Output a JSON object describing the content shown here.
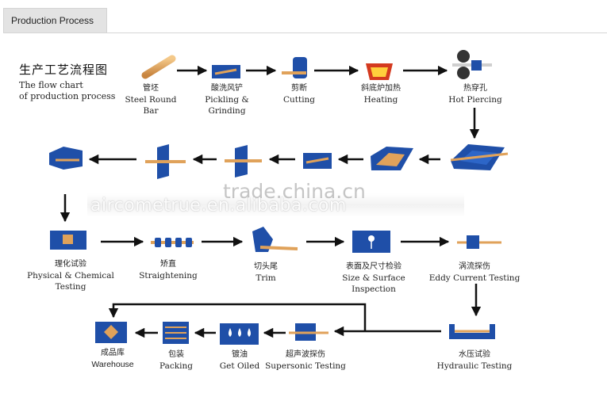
{
  "tab": {
    "label": "Production Process"
  },
  "header": {
    "title_cn": "生产工艺流程图",
    "title_en_1": "The flow chart",
    "title_en_2": "of production process"
  },
  "steps": [
    {
      "cn": "管坯",
      "en": "Steel Round Bar"
    },
    {
      "cn": "酸洗风铲",
      "en": "Pickling & Grinding"
    },
    {
      "cn": "剪断",
      "en": "Cutting"
    },
    {
      "cn": "斜底炉加热",
      "en": "Heating"
    },
    {
      "cn": "热穿孔",
      "en": "Hot Piercing"
    },
    {
      "cn": "理化试验",
      "en": "Physical & Chemical Testing"
    },
    {
      "cn": "矫直",
      "en": "Straightening"
    },
    {
      "cn": "切头尾",
      "en": "Trim"
    },
    {
      "cn": "表面及尺寸检验",
      "en": "Size & Surface Inspection"
    },
    {
      "cn": "涡流探伤",
      "en": "Eddy Current Testing"
    },
    {
      "cn": "水压试验",
      "en": "Hydraulic Testing"
    },
    {
      "cn": "超声波探伤",
      "en": "Supersonic Testing"
    },
    {
      "cn": "镀油",
      "en": "Get Oiled"
    },
    {
      "cn": "包装",
      "en": "Packing"
    },
    {
      "cn": "成品库",
      "en": "Warehouse"
    }
  ],
  "watermark": {
    "line1": "trade.china.cn",
    "line2": "aircometrue.en.alibaba.com"
  },
  "colors": {
    "blue": "#1f4fa8",
    "copper": "#e0a25a",
    "arrow": "#111111"
  }
}
